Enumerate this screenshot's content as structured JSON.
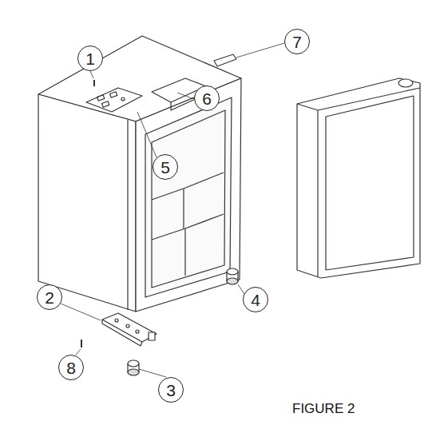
{
  "diagram": {
    "caption": "FIGURE 2",
    "nodes": [
      {
        "text": [
          "1"
        ]
      },
      {
        "text": [
          "2"
        ]
      },
      {
        "text": [
          "3"
        ]
      },
      {
        "text": [
          "4"
        ]
      },
      {
        "text": [
          "5"
        ]
      },
      {
        "text": [
          "6"
        ]
      },
      {
        "text": [
          "7"
        ]
      },
      {
        "text": [
          "8"
        ]
      }
    ]
  }
}
